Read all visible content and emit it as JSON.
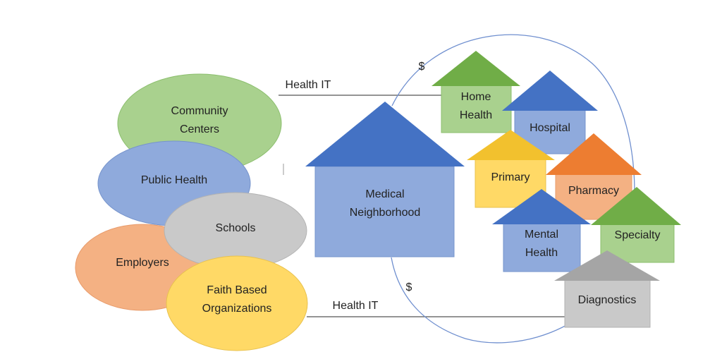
{
  "connectors": {
    "top_label": "Health IT",
    "bottom_label": "Health IT",
    "top_dollar": "$",
    "bottom_dollar": "$"
  },
  "community": {
    "community_centers": [
      "Community",
      "Centers"
    ],
    "public_health": "Public Health",
    "schools": "Schools",
    "employers": "Employers",
    "faith_based": [
      "Faith Based",
      "Organizations"
    ]
  },
  "medical_neighborhood": [
    "Medical",
    "Neighborhood"
  ],
  "providers": {
    "home_health": [
      "Home",
      "Health"
    ],
    "hospital": "Hospital",
    "primary": "Primary",
    "pharmacy": "Pharmacy",
    "mental_health": [
      "Mental",
      "Health"
    ],
    "specialty": "Specialty",
    "diagnostics": "Diagnostics"
  },
  "colors": {
    "green_fill": "#a9d18e",
    "green_roof": "#70ad47",
    "blue_fill": "#8faadc",
    "blue_roof": "#4472c4",
    "yellow_fill": "#ffd966",
    "yellow_roof": "#f2c12e",
    "orange_fill": "#f4b183",
    "orange_roof": "#ed7d31",
    "gray_fill": "#c9c9c9",
    "gray_roof": "#a5a5a5",
    "line": "#555555",
    "loop": "#6f8fcf"
  }
}
